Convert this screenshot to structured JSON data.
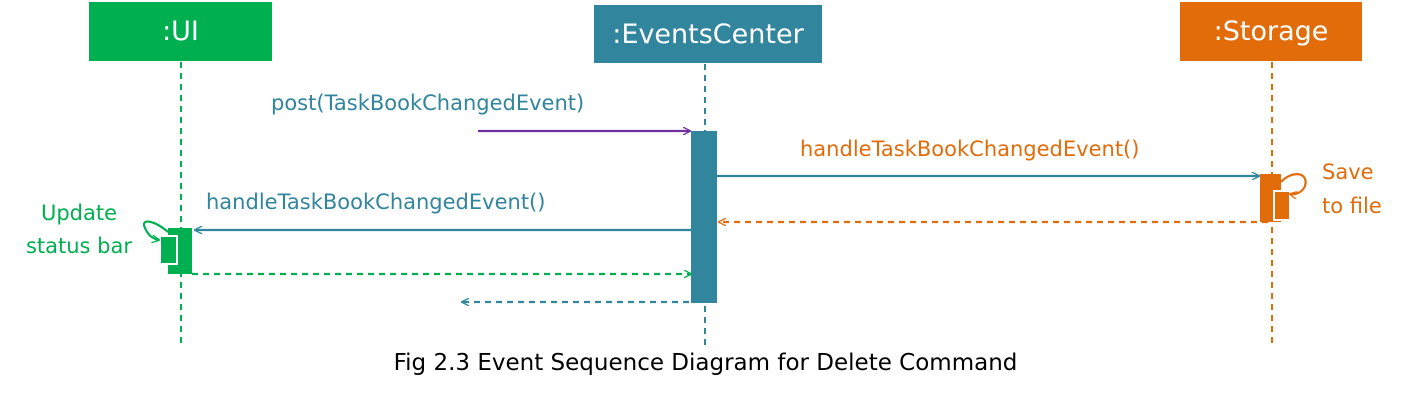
{
  "diagram": {
    "type": "sequence",
    "lifelines": {
      "ui": ":UI",
      "events_center": ":EventsCenter",
      "storage": ":Storage"
    },
    "messages": {
      "post": "post(TaskBookChangedEvent)",
      "handle_storage": "handleTaskBookChangedEvent()",
      "handle_ui": "handleTaskBookChangedEvent()"
    },
    "notes": {
      "save": [
        "Save",
        "to file"
      ],
      "update": [
        "Update",
        "status bar"
      ]
    },
    "caption": "Fig 2.3 Event Sequence Diagram for Delete Command",
    "colors": {
      "ui": "#00b050",
      "events_center": "#31859c",
      "storage": "#e36c0a",
      "post_arrow": "#7030a0"
    }
  }
}
